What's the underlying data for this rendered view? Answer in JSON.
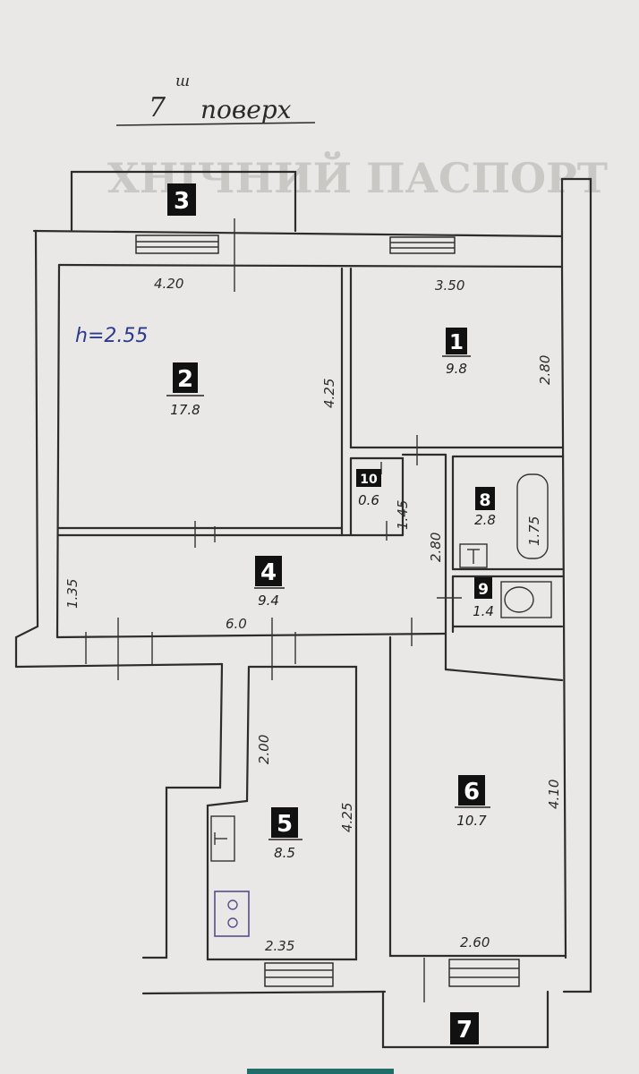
{
  "floor_heading": "7",
  "floor_heading_sup": "ш",
  "floor_heading_word": "поверх",
  "ceiling_height": "h=2.55",
  "background_watermark": "ХНІЧНИЙ ПАСПОРТ",
  "rooms": [
    {
      "number": "1",
      "area": "9.8"
    },
    {
      "number": "2",
      "area": "17.8"
    },
    {
      "number": "3",
      "area": ""
    },
    {
      "number": "4",
      "area": "9.4"
    },
    {
      "number": "5",
      "area": "8.5"
    },
    {
      "number": "6",
      "area": "10.7"
    },
    {
      "number": "7",
      "area": ""
    },
    {
      "number": "8",
      "area": "2.8"
    },
    {
      "number": "9",
      "area": "1.4"
    },
    {
      "number": "10",
      "area": "0.6"
    }
  ],
  "dimensions": {
    "room2_width": "4.20",
    "room1_width": "3.50",
    "room2_depth": "4.25",
    "room1_depth": "2.80",
    "hall_width": "6.0",
    "hall_depth": "1.35",
    "closet_depth": "1.45",
    "bath_side": "2.80",
    "bathtub_length": "1.75",
    "kitchen_top": "2.00",
    "kitchen_depth": "4.25",
    "kitchen_width": "2.35",
    "room6_depth": "4.10",
    "room6_width": "2.60"
  },
  "colors": {
    "paper": "#e9e8e6",
    "ink": "#2c2c2c",
    "label_bg": "#111111",
    "label_text": "#ffffff",
    "height_ink": "#2b3a8c"
  }
}
